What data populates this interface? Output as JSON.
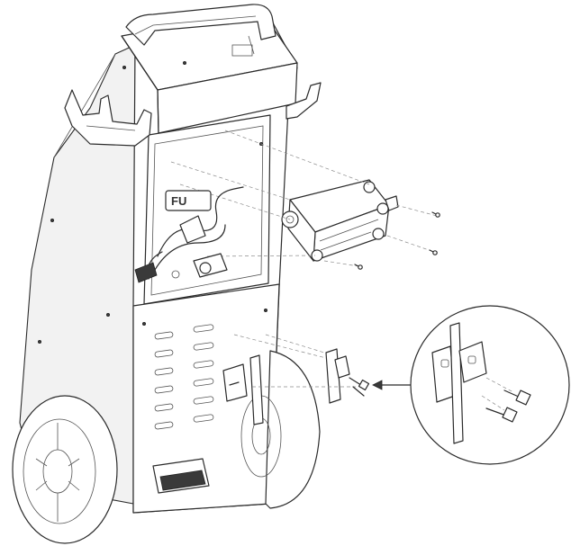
{
  "figure": {
    "brand_text": "FU",
    "icons": [
      "cart-frame",
      "handle",
      "side-hook",
      "charger-module",
      "cable-bundle",
      "wheel",
      "foot-pedal",
      "bracket",
      "screw",
      "detail-magnifier",
      "arrow"
    ]
  },
  "colors": {
    "line": "#2b2b2b",
    "background": "#ffffff",
    "dashed_guides": "#8a8a8a"
  }
}
